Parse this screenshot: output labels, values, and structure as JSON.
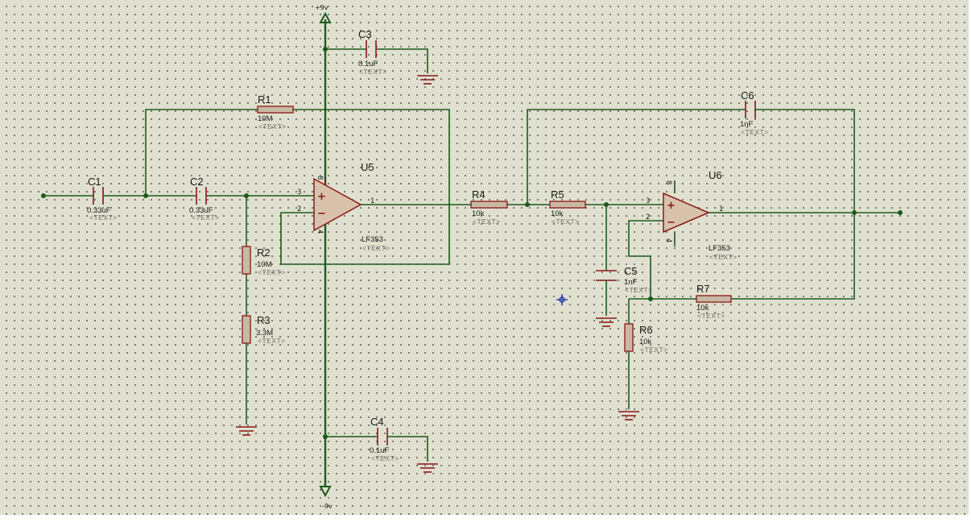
{
  "power": {
    "positive_rail": "+9v",
    "negative_rail": "-9v"
  },
  "components": {
    "C1": {
      "ref": "C1",
      "value": "0.33uF",
      "text": "<TEXT>"
    },
    "C2": {
      "ref": "C2",
      "value": "0.33uF",
      "text": "<TEXT>"
    },
    "C3": {
      "ref": "C3",
      "value": "0.1uF",
      "text": "<TEXT>"
    },
    "C4": {
      "ref": "C4",
      "value": "0.1uF",
      "text": "<TEXT>"
    },
    "C5": {
      "ref": "C5",
      "value": "1nF",
      "text": "<TEXT>"
    },
    "C6": {
      "ref": "C6",
      "value": "1nF",
      "text": "<TEXT>"
    },
    "R1": {
      "ref": "R1",
      "value": "10M",
      "text": "<TEXT>"
    },
    "R2": {
      "ref": "R2",
      "value": "10M",
      "text": "<TEXT>"
    },
    "R3": {
      "ref": "R3",
      "value": "3.3M",
      "text": "<TEXT>"
    },
    "R4": {
      "ref": "R4",
      "value": "10k",
      "text": "<TEXT>"
    },
    "R5": {
      "ref": "R5",
      "value": "10k",
      "text": "<TEXT>"
    },
    "R6": {
      "ref": "R6",
      "value": "10k",
      "text": "<TEXT>"
    },
    "R7": {
      "ref": "R7",
      "value": "10k",
      "text": "<TEXT>"
    },
    "U5": {
      "ref": "U5",
      "value": "LF353",
      "text": "<TEXT>"
    },
    "U6": {
      "ref": "U6",
      "value": "LF353",
      "text": "<TEXT>"
    }
  },
  "pins": {
    "noninv": "3",
    "inv": "2",
    "out": "1",
    "vpos": "8",
    "vneg": "4",
    "plus_sign": "+",
    "minus_sign": "−"
  }
}
